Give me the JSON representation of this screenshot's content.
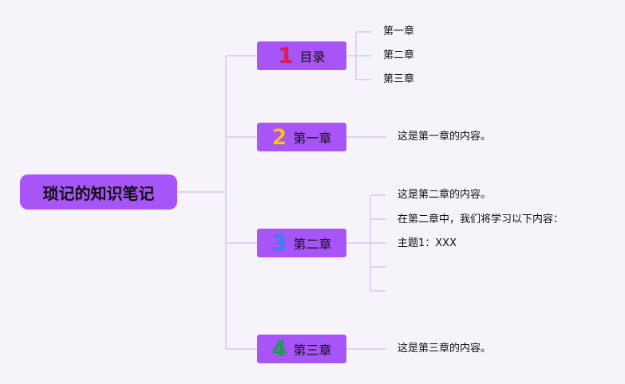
{
  "root": {
    "label": "琐记的知识笔记"
  },
  "branches": [
    {
      "number": "1",
      "number_color": "#e11d48",
      "label": "目录",
      "children": [
        "第一章",
        "第二章",
        "第三章"
      ]
    },
    {
      "number": "2",
      "number_color": "#fbbf24",
      "label": "第一章",
      "children": [
        "这是第一章的内容。"
      ]
    },
    {
      "number": "3",
      "number_color": "#3b82f6",
      "label": "第二章",
      "children": [
        "这是第二章的内容。",
        "在第二章中，我们将学习以下内容：",
        "主题1：XXX",
        "",
        ""
      ]
    },
    {
      "number": "4",
      "number_color": "#16a34a",
      "label": "第三章",
      "children": [
        "这是第三章的内容。"
      ]
    }
  ],
  "colors": {
    "node_fill": "#a855f7",
    "connector": "#d8c4ec",
    "background": "#f7f3fa"
  }
}
